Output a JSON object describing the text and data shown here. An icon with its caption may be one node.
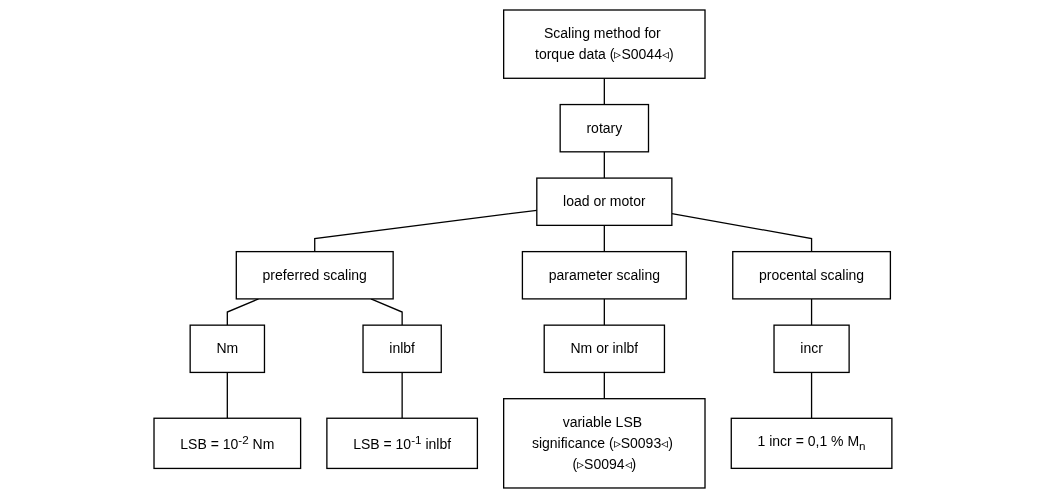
{
  "diagram": {
    "nodes": [
      {
        "text": [
          "Scaling method for torque data (▹S0044◃)"
        ]
      },
      {
        "text": [
          "rotary"
        ]
      },
      {
        "text": [
          "load or motor"
        ]
      },
      {
        "text": [
          "preferred scaling"
        ]
      },
      {
        "text": [
          "parameter scaling"
        ]
      },
      {
        "text": [
          "procental scaling"
        ]
      },
      {
        "text": [
          "Nm"
        ]
      },
      {
        "text": [
          "inlbf"
        ]
      },
      {
        "text": [
          "Nm or inlbf"
        ]
      },
      {
        "text": [
          "incr"
        ]
      },
      {
        "text": [
          "LSB = 10$^{-2}$ Nm"
        ]
      },
      {
        "text": [
          "LSB = 10$^{-1}$ inlbf"
        ]
      },
      {
        "text": [
          "variable LSB significance (▹S0093◃) (▹S0094◃)"
        ]
      },
      {
        "text": [
          "1 incr = 0,1 % M$_{n}$"
        ]
      }
    ],
    "edges": [
      {
        "from": 0,
        "to": 1,
        "arrow": "none"
      },
      {
        "from": 1,
        "to": 2,
        "arrow": "none"
      },
      {
        "from": 2,
        "to": 3,
        "arrow": "none"
      },
      {
        "from": 2,
        "to": 4,
        "arrow": "none"
      },
      {
        "from": 2,
        "to": 5,
        "arrow": "none"
      },
      {
        "from": 3,
        "to": 6,
        "arrow": "none"
      },
      {
        "from": 3,
        "to": 7,
        "arrow": "none"
      },
      {
        "from": 4,
        "to": 8,
        "arrow": "none"
      },
      {
        "from": 5,
        "to": 9,
        "arrow": "none"
      },
      {
        "from": 6,
        "to": 10,
        "arrow": "none"
      },
      {
        "from": 7,
        "to": 11,
        "arrow": "none"
      },
      {
        "from": 8,
        "to": 12,
        "arrow": "none"
      },
      {
        "from": 9,
        "to": 13,
        "arrow": "none"
      }
    ]
  }
}
